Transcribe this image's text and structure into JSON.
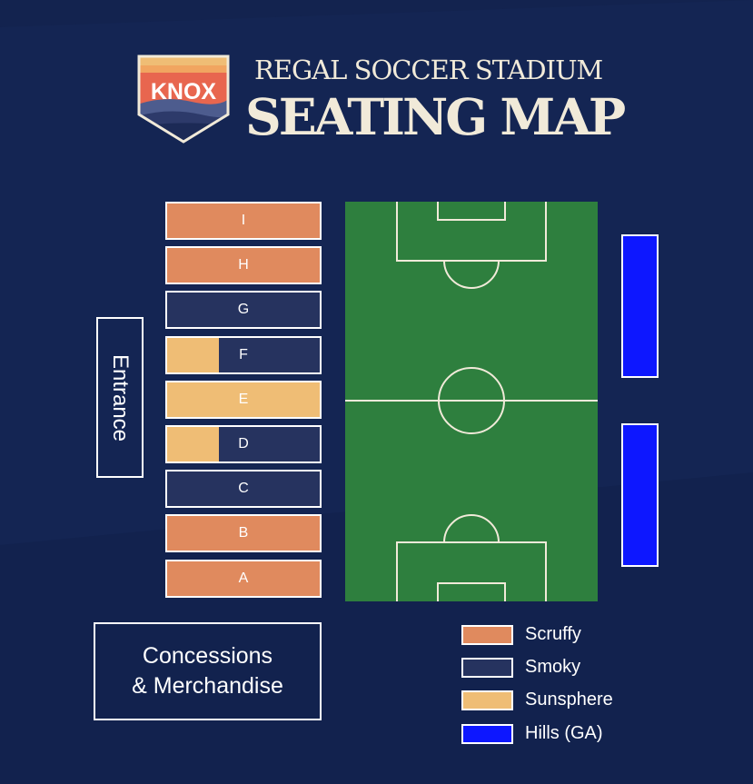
{
  "header": {
    "logo_text": "KNOX",
    "subtitle": "REGAL SOCCER STADIUM",
    "title": "SEATING MAP"
  },
  "colors": {
    "background": "#13234f",
    "scruffy": "#e08a5e",
    "smoky": "#26335f",
    "sunsphere": "#efbd75",
    "hills": "#0d17ff",
    "field": "#2e7f3e",
    "lines": "#f1ead9"
  },
  "sections": [
    {
      "label": "I",
      "zone": "Scruffy"
    },
    {
      "label": "H",
      "zone": "Scruffy"
    },
    {
      "label": "G",
      "zone": "Smoky"
    },
    {
      "label": "F",
      "zone": "Smoky",
      "sunsphere_share": 0.34
    },
    {
      "label": "E",
      "zone": "Sunsphere"
    },
    {
      "label": "D",
      "zone": "Smoky",
      "sunsphere_share": 0.34
    },
    {
      "label": "C",
      "zone": "Smoky"
    },
    {
      "label": "B",
      "zone": "Scruffy"
    },
    {
      "label": "A",
      "zone": "Scruffy"
    }
  ],
  "entrance": {
    "label": "Entrance"
  },
  "concessions": {
    "line1": "Concessions",
    "line2": "& Merchandise"
  },
  "hills": [
    {
      "zone": "Hills (GA)"
    },
    {
      "zone": "Hills (GA)"
    }
  ],
  "legend": [
    {
      "label": "Scruffy",
      "color": "#e08a5e"
    },
    {
      "label": "Smoky",
      "color": "#26335f"
    },
    {
      "label": "Sunsphere",
      "color": "#efbd75"
    },
    {
      "label": "Hills (GA)",
      "color": "#0d17ff"
    }
  ]
}
